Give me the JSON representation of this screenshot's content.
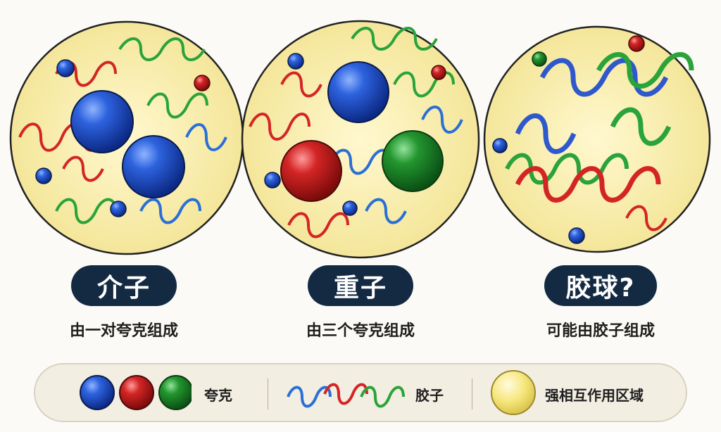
{
  "panels": [
    {
      "title": "介子",
      "subtitle": "由一对夸克组成"
    },
    {
      "title": "重子",
      "subtitle": "由三个夸克组成"
    },
    {
      "title": "胶球?",
      "subtitle": "可能由胶子组成"
    }
  ],
  "legend": {
    "quark_label": "夸克",
    "gluon_label": "胶子",
    "region_label": "强相互作用区域"
  },
  "colors": {
    "quark_blue": "#1f4fc4",
    "quark_red": "#c81e1e",
    "quark_green": "#1a8a2a",
    "region": "#f9eeaa",
    "pill": "#142a43"
  }
}
